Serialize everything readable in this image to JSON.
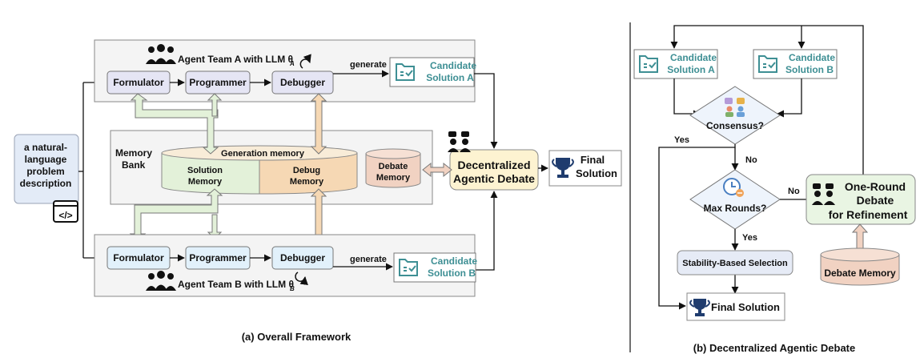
{
  "panel_a": {
    "caption": "(a) Overall Framework",
    "input": {
      "line1": "a natural-",
      "line2": "language",
      "line3": "problem",
      "line4": "description",
      "icon": "code-icon"
    },
    "team_a": {
      "title": "Agent Team A with LLM θ",
      "subscript": "A",
      "formulator": "Formulator",
      "programmer": "Programmer",
      "debugger": "Debugger",
      "generate": "generate",
      "candidate_line1": "Candidate",
      "candidate_line2": "Solution A"
    },
    "team_b": {
      "title": "Agent Team B with LLM θ",
      "subscript": "B",
      "formulator": "Formulator",
      "programmer": "Programmer",
      "debugger": "Debugger",
      "generate": "generate",
      "candidate_line1": "Candidate",
      "candidate_line2": "Solution B"
    },
    "memory": {
      "bank_line1": "Memory",
      "bank_line2": "Bank",
      "generation_memory": "Generation memory",
      "solution_line1": "Solution",
      "solution_line2": "Memory",
      "debug_line1": "Debug",
      "debug_line2": "Memory",
      "debate_line1": "Debate",
      "debate_line2": "Memory"
    },
    "debate": {
      "line1": "Decentralized",
      "line2": "Agentic Debate"
    },
    "final": {
      "line1": "Final",
      "line2": "Solution"
    }
  },
  "panel_b": {
    "caption": "(b) Decentralized Agentic Debate",
    "cand_a_line1": "Candidate",
    "cand_a_line2": "Solution A",
    "cand_b_line1": "Candidate",
    "cand_b_line2": "Solution B",
    "consensus": "Consensus?",
    "yes1": "Yes",
    "no1": "No",
    "max_rounds": "Max Rounds?",
    "no2": "No",
    "yes2": "Yes",
    "refine_line1": "One-Round",
    "refine_line2": "Debate",
    "refine_line3": "for Refinement",
    "stability": "Stability-Based Selection",
    "debate_memory": "Debate Memory",
    "final": "Final Solution"
  },
  "colors": {
    "teal": "#3e8f94",
    "team_a_agent_fill": "#e5e5f4",
    "team_b_agent_fill": "#e2f1fb",
    "solution_memory": "#e3f1d9",
    "debug_memory": "#f6d8b4",
    "debate_memory": "#f1d2c2",
    "debate_box": "#fdf3d1",
    "refine_box": "#e9f5e3",
    "diamond": "#eef4fc"
  }
}
